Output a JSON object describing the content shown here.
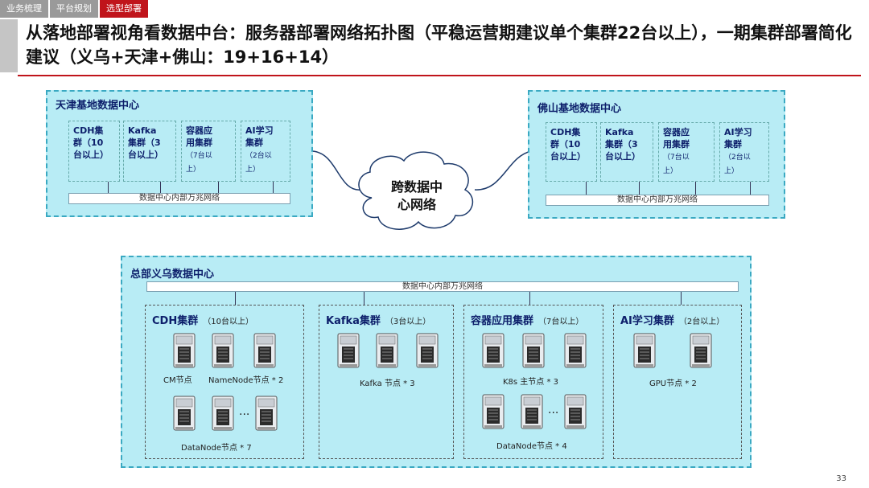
{
  "tabs": [
    {
      "label": "业务梳理",
      "active": false
    },
    {
      "label": "平台规划",
      "active": false
    },
    {
      "label": "选型部署",
      "active": true
    }
  ],
  "title": "从落地部署视角看数据中台：服务器部署网络拓扑图（平稳运营期建议单个集群22台以上），一期集群部署简化建议（义乌+天津+佛山：19+16+14）",
  "page_number": "33",
  "colors": {
    "dc_fill": "#b8ecf5",
    "dc_border": "#3aa9c2",
    "accent": "#c0141b",
    "title_blue": "#0d1f6b"
  },
  "tianjin": {
    "title": "天津基地数据中心",
    "clusters": [
      {
        "name": "CDH集\n群（10\n台以上）"
      },
      {
        "name": "Kafka\n集群（3\n台以上）"
      },
      {
        "name": "容器应\n用集群",
        "note": "（7台以\n上）"
      },
      {
        "name": "AI学习\n集群",
        "note": "（2台以\n上）"
      }
    ],
    "network": "数据中心内部万兆网络"
  },
  "foshan": {
    "title": "佛山基地数据中心",
    "clusters": [
      {
        "name": "CDH集\n群（10\n台以上）"
      },
      {
        "name": "Kafka\n集群（3\n台以上）"
      },
      {
        "name": "容器应\n用集群",
        "note": "（7台以\n上）"
      },
      {
        "name": "AI学习\n集群",
        "note": "（2台以\n上）"
      }
    ],
    "network": "数据中心内部万兆网络"
  },
  "cloud": {
    "label": "跨数据中\n心网络"
  },
  "yiwu": {
    "title": "总部义乌数据中心",
    "network": "数据中心内部万兆网络",
    "clusters": {
      "cdh": {
        "name": "CDH集群",
        "count": "（10台以上）",
        "labels": [
          "CM节点",
          "NameNode节点 * 2",
          "DataNode节点 * 7"
        ],
        "dots": "..."
      },
      "kafka": {
        "name": "Kafka集群",
        "count": "（3台以上）",
        "labels": [
          "Kafka 节点 * 3"
        ]
      },
      "container": {
        "name": "容器应用集群",
        "count": "（7台以上）",
        "labels": [
          "K8s 主节点 * 3",
          "DataNode节点 * 4"
        ],
        "dots": "..."
      },
      "ai": {
        "name": "AI学习集群",
        "count": "（2台以上）",
        "labels": [
          "GPU节点 * 2"
        ]
      }
    }
  }
}
